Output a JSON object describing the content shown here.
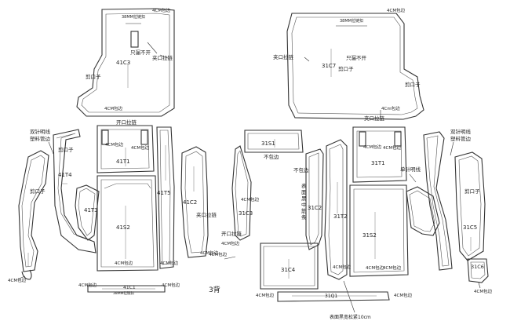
{
  "annotations": {
    "zip_fastener_top": "38MM拉链扣",
    "zip_fastener_top_right": "38MM拉链扣",
    "zip_fastener_bottom": "38MM拉链扣",
    "edge_4cm": "4CM包边",
    "edge_4cm_alt": "4CM包边",
    "edge_4cm_b": "4Cm包边",
    "clip_zip": "夹口拉链",
    "clip_zip_alt": "夹口拉链",
    "open_zip": "开口拉链",
    "only_open_flat": "只漏不开",
    "notch": "剪口子",
    "notch_alt": "剪口子",
    "double_needle_pipe": "双针明线",
    "plastic_pipe_edge": "塑料管边",
    "single_needle": "单针明线",
    "no_edge": "不包边",
    "surface_tape": "表面黑中筋条",
    "surface_tape_chars": [
      "表",
      "面",
      "黑",
      "中",
      "筋",
      "条"
    ],
    "surface_bottom_note": "表面黑宽松紧10cm",
    "page_label": "3背"
  },
  "part_codes": {
    "p41C3": "41C3",
    "p31C7": "31C7",
    "p41T1": "41T1",
    "p41T4": "41T4",
    "p41T3": "41T3",
    "p41T5": "41T5",
    "p41S2": "41S2",
    "p41C2": "41C2",
    "p41C1": "41C1",
    "p31S1": "31S1",
    "p31C3": "31C3",
    "p31C2": "31C2",
    "p31T2": "31T2",
    "p31S2": "31S2",
    "p31C4": "31C4",
    "p31T1": "31T1",
    "p31C5": "31C5",
    "p31C6": "31C6",
    "p31Q1": "31Q1"
  }
}
